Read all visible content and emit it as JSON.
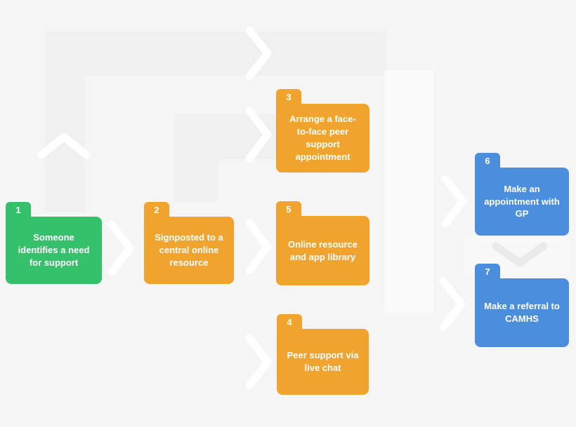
{
  "diagram": {
    "type": "flowchart",
    "nodes": [
      {
        "number": "1",
        "label": "Someone identifies a need for support",
        "color": "#35c06c"
      },
      {
        "number": "2",
        "label": "Signposted to a central online resource",
        "color": "#f0a42e"
      },
      {
        "number": "3",
        "label": "Arrange a face-to-face peer support appointment",
        "color": "#f0a42e"
      },
      {
        "number": "4",
        "label": "Peer support via live chat",
        "color": "#f0a42e"
      },
      {
        "number": "5",
        "label": "Online resource and app library",
        "color": "#f0a42e"
      },
      {
        "number": "6",
        "label": "Make an appointment with GP",
        "color": "#4a8edd"
      },
      {
        "number": "7",
        "label": "Make a referral to CAMHS",
        "color": "#4a8edd"
      }
    ],
    "edges": [
      {
        "from": "1",
        "to": "2"
      },
      {
        "from": "2",
        "to": "3"
      },
      {
        "from": "2",
        "to": "5"
      },
      {
        "from": "2",
        "to": "4"
      },
      {
        "from": "",
        "to": "6"
      },
      {
        "from": "",
        "to": "7"
      },
      {
        "from": "6",
        "to": "7"
      }
    ],
    "colors": {
      "background": "#f5f5f6",
      "green": "#35c06c",
      "orange": "#f0a42e",
      "blue": "#4a8edd",
      "text": "#ffffff",
      "arrow_white": "#ffffff",
      "arrow_gray": "#eaeaeb",
      "bg_shape_dark": "#f0f0f1",
      "bg_shape_light": "#fafafb",
      "bg_shape_lighter": "#f8f8f9"
    }
  }
}
